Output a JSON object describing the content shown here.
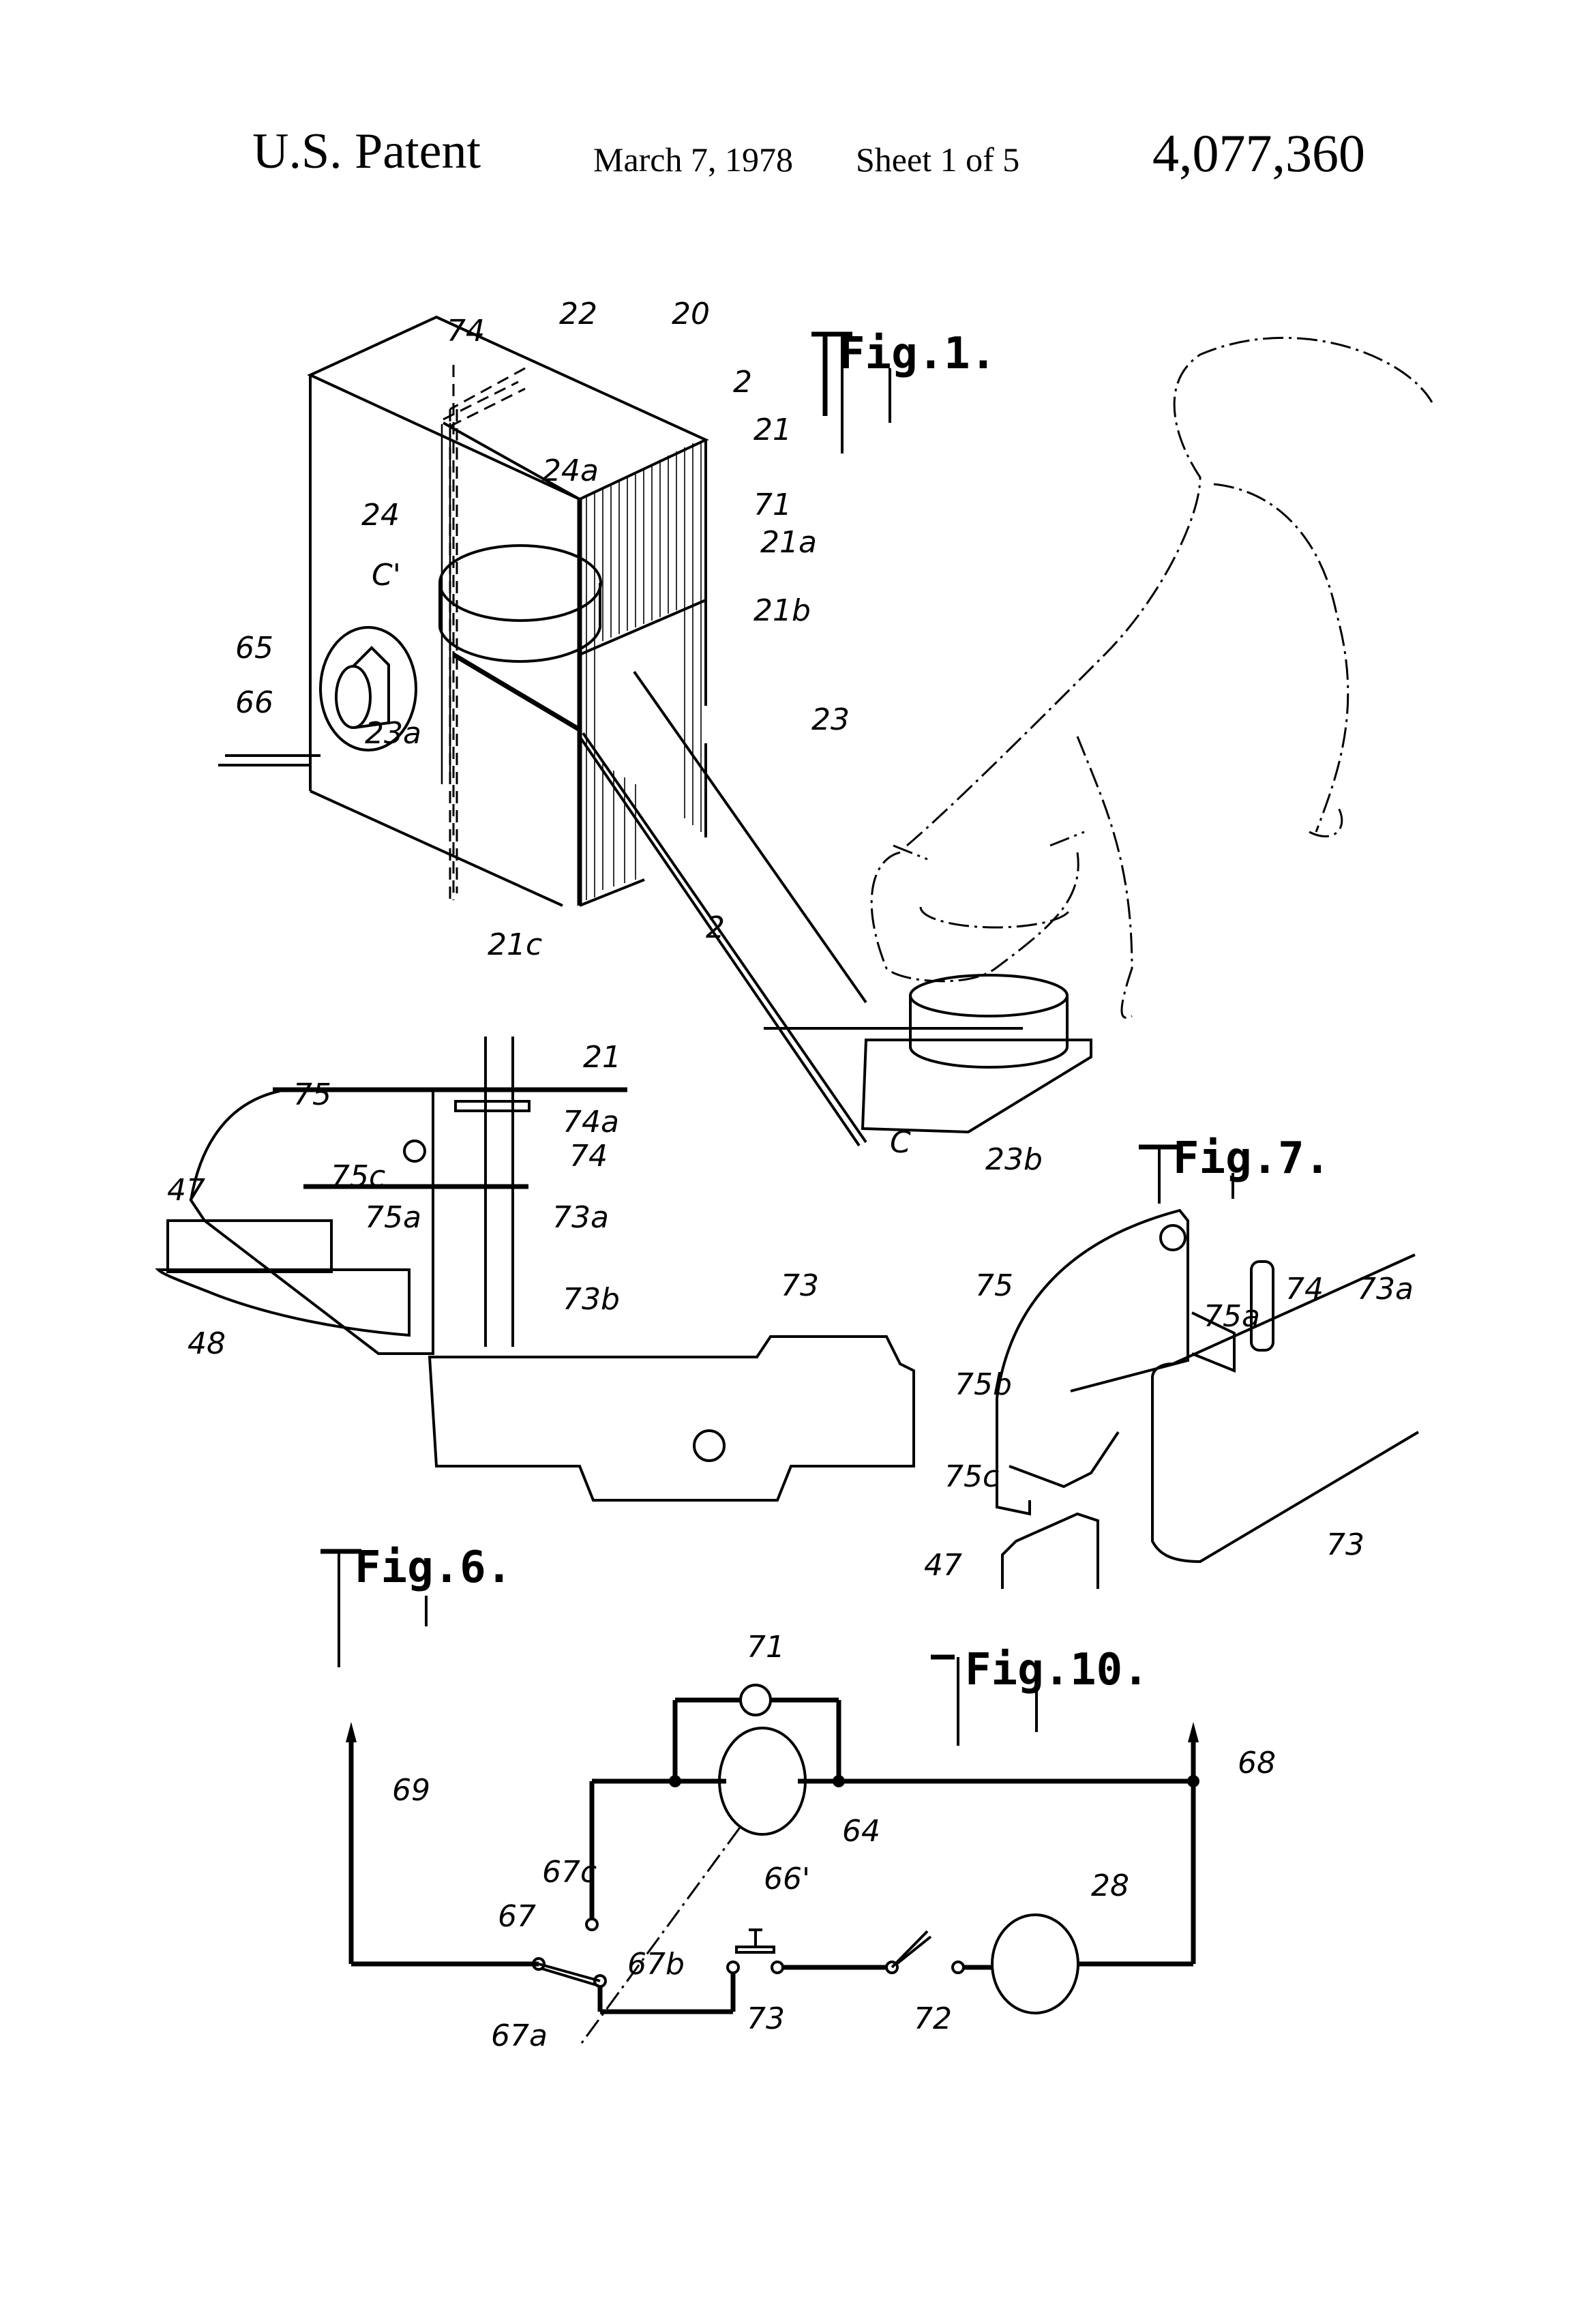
{
  "header": {
    "left": "U.S. Patent",
    "date": "March 7, 1978",
    "sheet": "Sheet 1 of 5",
    "patent_number": "4,077,360"
  },
  "figures": {
    "fig1": {
      "title": "Fig.1.",
      "labels": {
        "l74": "74",
        "l22": "22",
        "l20": "20",
        "l2a": "2",
        "l21": "21",
        "l24a": "24a",
        "l71": "71",
        "l24": "24",
        "l21a": "21a",
        "lC1": "C'",
        "l21b": "21b",
        "l65": "65",
        "l66": "66",
        "l23a": "23a",
        "l23": "23",
        "l21c": "21c",
        "l2b": "2",
        "lC": "C",
        "l23b": "23b"
      }
    },
    "fig6": {
      "title": "Fig.6.",
      "labels": {
        "l21": "21",
        "l75": "75",
        "l74a": "74a",
        "l74": "74",
        "l47": "47",
        "l75c": "75c",
        "l75a": "75a",
        "l73a": "73a",
        "l73b": "73b",
        "l73": "73",
        "l48": "48"
      }
    },
    "fig7": {
      "title": "Fig.7.",
      "labels": {
        "l75": "75",
        "l74": "74",
        "l73a": "73a",
        "l75a": "75a",
        "l75b": "75b",
        "l75c": "75c",
        "l47": "47",
        "l73": "73"
      }
    },
    "fig10": {
      "title": "Fig.10.",
      "labels": {
        "l71": "71",
        "l69": "69",
        "l68": "68",
        "l64": "64",
        "l66p": "66'",
        "l67c": "67c",
        "l67": "67",
        "l67b": "67b",
        "l67a": "67a",
        "l73": "73",
        "l72": "72",
        "l28": "28"
      }
    }
  }
}
